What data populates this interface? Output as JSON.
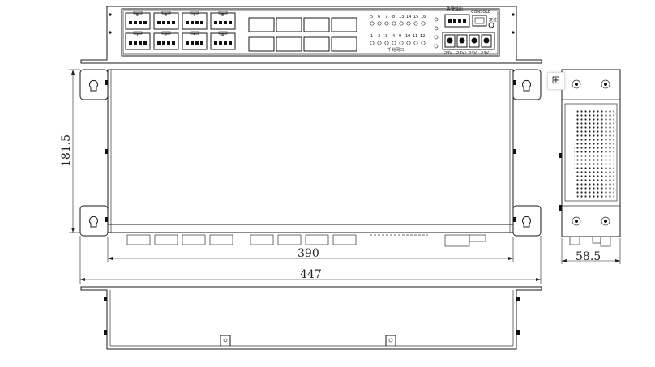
{
  "dimensions": {
    "height_label": "181.5",
    "inner_width_label": "390",
    "outer_width_label": "447",
    "side_depth_label": "58.5"
  },
  "front_panel": {
    "led_top_numbers": [
      "5",
      "6",
      "7",
      "8",
      "13",
      "14",
      "15",
      "16"
    ],
    "led_bottom_numbers": [
      "1",
      "2",
      "3",
      "4",
      "9",
      "10",
      "11",
      "12"
    ],
    "port_caption": "千兆网口",
    "rj45_top_numbers": [
      "5",
      "6",
      "7",
      "8"
    ],
    "rj45_bottom_numbers": [
      "1",
      "2",
      "3",
      "4"
    ],
    "status_label": "告警输出",
    "console_label": "CONSOLE",
    "reset_label": "复位",
    "power_labels": [
      "24V-",
      "24V+",
      "24V-",
      "24V+"
    ]
  },
  "icons": {
    "toolbar_icon": "⊞"
  }
}
